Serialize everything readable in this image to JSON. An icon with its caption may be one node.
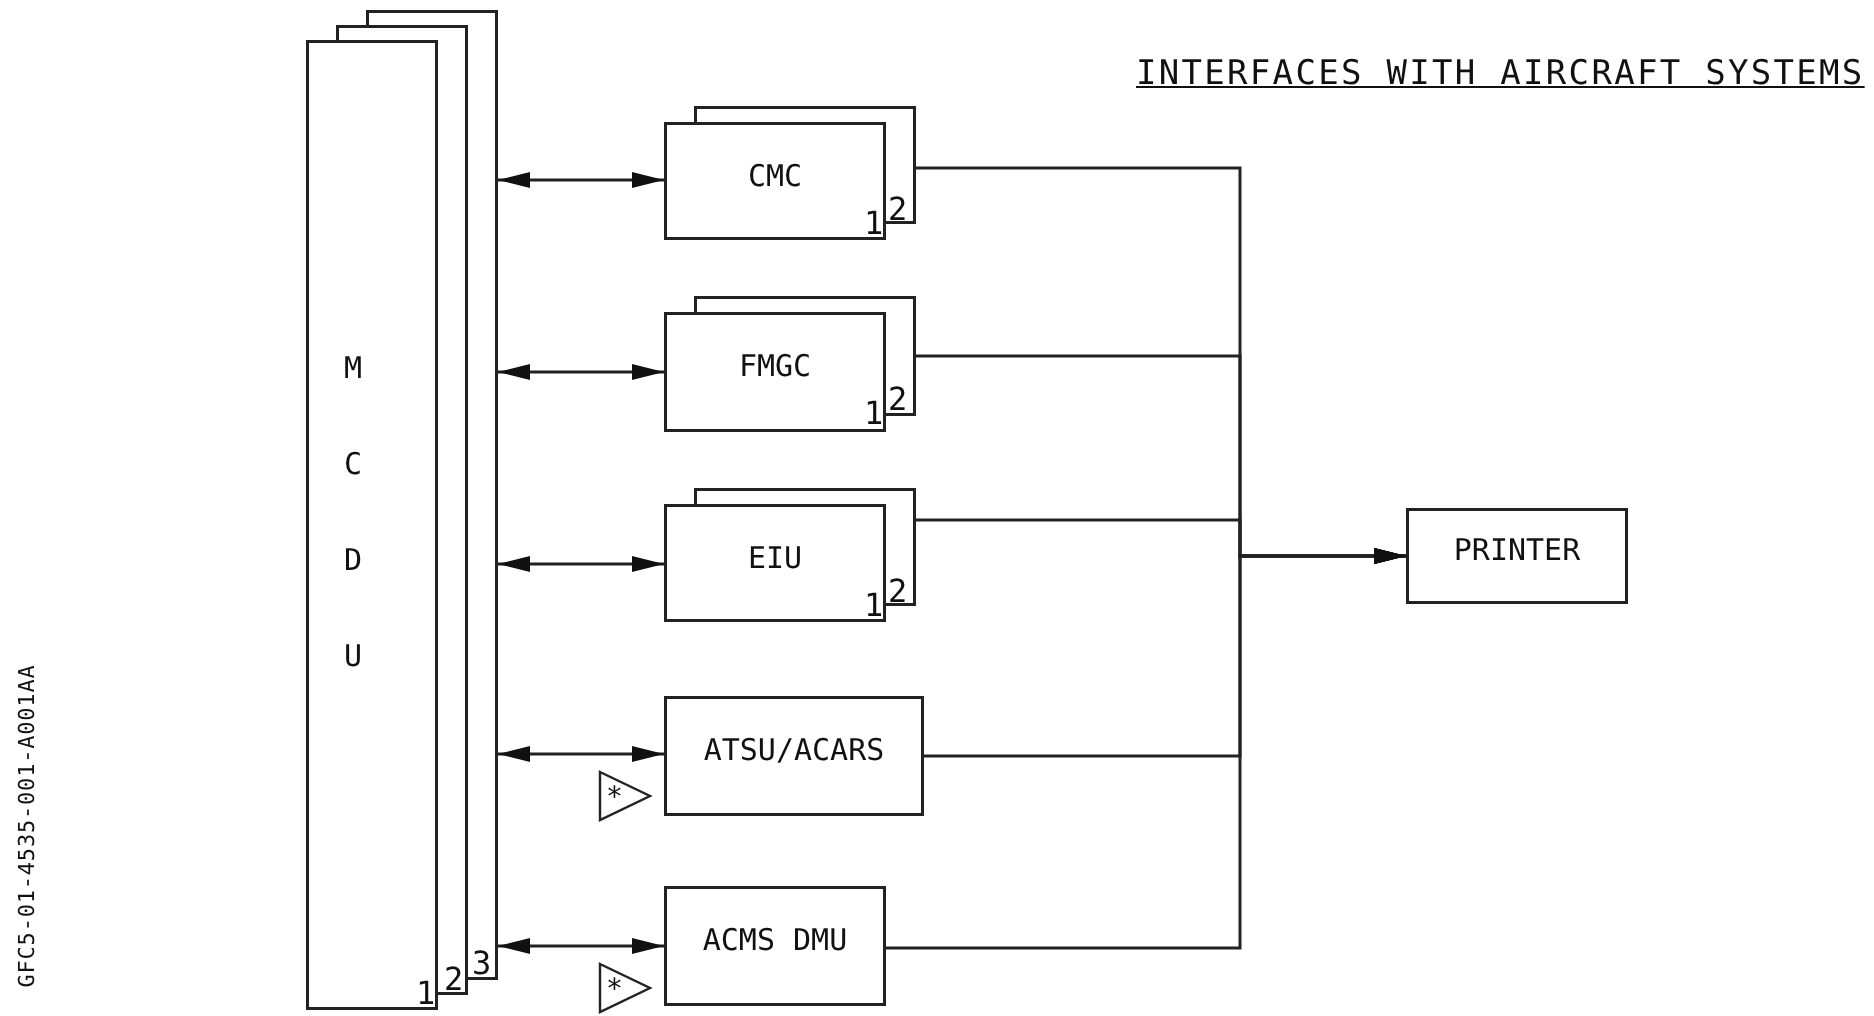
{
  "diagram": {
    "title": "INTERFACES WITH AIRCRAFT SYSTEMS",
    "nodes": [
      {
        "text": [
          "MCDU"
        ]
      },
      {
        "text": [
          "CMC"
        ]
      },
      {
        "text": [
          "FMGC"
        ]
      },
      {
        "text": [
          "EIU"
        ]
      },
      {
        "text": [
          "ATSU/ACARS"
        ]
      },
      {
        "text": [
          "ACMS DMU"
        ]
      },
      {
        "text": [
          "PRINTER"
        ]
      }
    ],
    "edges": [
      {
        "from": 0,
        "to": 1,
        "arrow": "both"
      },
      {
        "from": 0,
        "to": 2,
        "arrow": "both"
      },
      {
        "from": 0,
        "to": 3,
        "arrow": "both"
      },
      {
        "from": 0,
        "to": 4,
        "arrow": "both"
      },
      {
        "from": 0,
        "to": 5,
        "arrow": "both"
      },
      {
        "from": 1,
        "to": 6,
        "arrow": "to"
      },
      {
        "from": 2,
        "to": 6,
        "arrow": "to"
      },
      {
        "from": 3,
        "to": 6,
        "arrow": "to"
      },
      {
        "from": 4,
        "to": 6,
        "arrow": "to"
      },
      {
        "from": 5,
        "to": 6,
        "arrow": "to"
      }
    ],
    "labels": [
      "1",
      "2",
      "1",
      "2",
      "1",
      "2",
      "*",
      "1",
      "2",
      "3",
      "*",
      "GFC5-01-4535-001-A001AA"
    ]
  }
}
